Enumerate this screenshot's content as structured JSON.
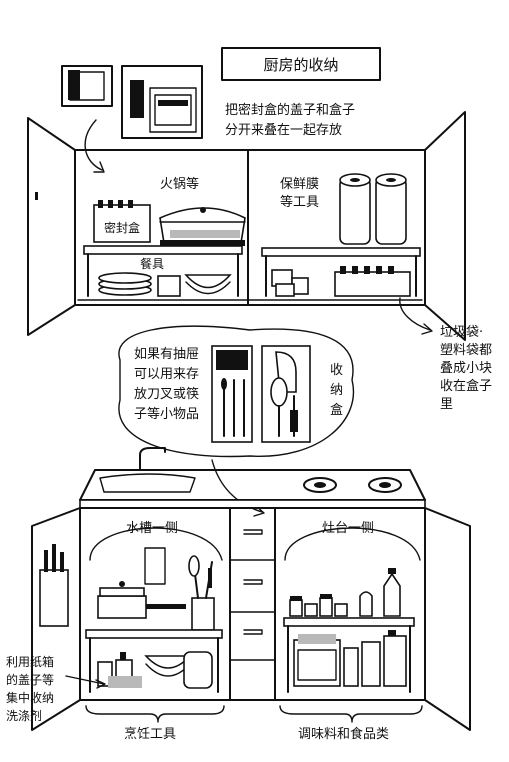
{
  "title": "厨房的收纳",
  "notes": {
    "lids_line1": "把密封盒的盖子和盒子",
    "lids_line2": "分开来叠在一起存放",
    "drawer_line1": "如果有抽屉",
    "drawer_line2": "可以用来存",
    "drawer_line3": "放刀叉或筷",
    "drawer_line4": "子等小物品",
    "trash_line1": "垃圾袋·",
    "trash_line2": "塑料袋都",
    "trash_line3": "叠成小块",
    "trash_line4": "收在盒子",
    "trash_line5": "里",
    "paperbox_line1": "利用纸箱",
    "paperbox_line2": "的盖子等",
    "paperbox_line3": "集中收纳",
    "paperbox_line4": "洗涤剂"
  },
  "labels": {
    "hotpot": "火锅等",
    "wrap_line1": "保鲜膜",
    "wrap_line2": "等工具",
    "sealed_box": "密封盒",
    "tableware": "餐具",
    "storage_box_line1": "收",
    "storage_box_line2": "纳",
    "storage_box_line3": "盒",
    "sink_side": "水槽一侧",
    "stove_side": "灶台一侧",
    "cooking_tools": "烹饪工具",
    "seasoning": "调味料和食品类"
  }
}
